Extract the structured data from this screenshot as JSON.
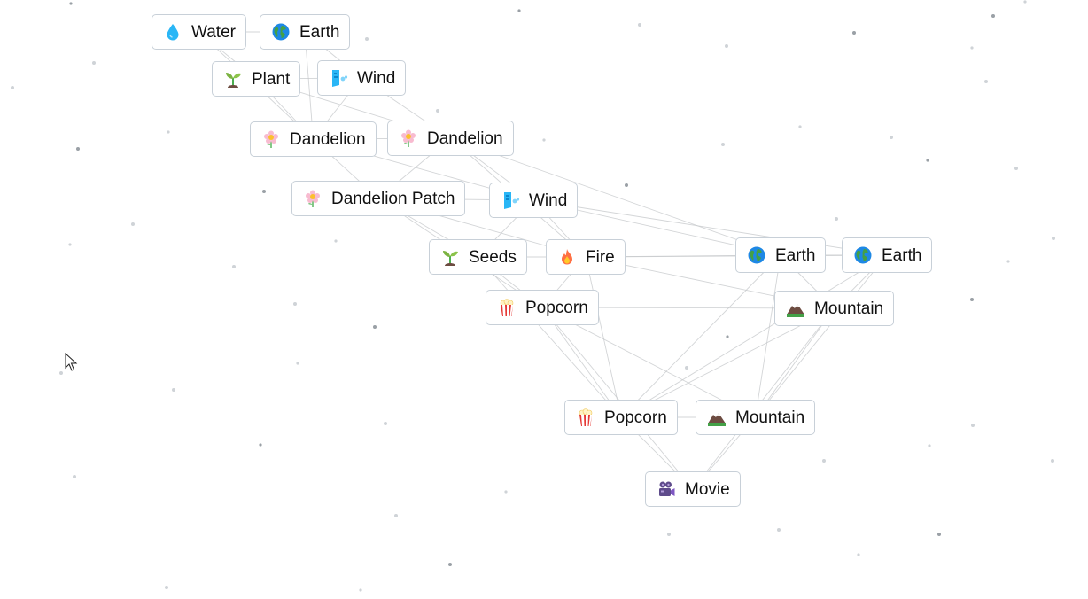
{
  "items": [
    {
      "id": "water-1",
      "label": "Water",
      "emoji": "droplet-icon"
    },
    {
      "id": "earth-1",
      "label": "Earth",
      "emoji": "globe-icon"
    },
    {
      "id": "plant-1",
      "label": "Plant",
      "emoji": "seedling-icon"
    },
    {
      "id": "wind-1",
      "label": "Wind",
      "emoji": "wind-face-icon"
    },
    {
      "id": "dandelion-1",
      "label": "Dandelion",
      "emoji": "flower-icon"
    },
    {
      "id": "dandelion-2",
      "label": "Dandelion",
      "emoji": "flower-icon"
    },
    {
      "id": "dandelion-patch-1",
      "label": "Dandelion Patch",
      "emoji": "flower-icon"
    },
    {
      "id": "wind-2",
      "label": "Wind",
      "emoji": "wind-face-icon"
    },
    {
      "id": "seeds-1",
      "label": "Seeds",
      "emoji": "seedling-icon"
    },
    {
      "id": "fire-1",
      "label": "Fire",
      "emoji": "fire-icon"
    },
    {
      "id": "earth-2",
      "label": "Earth",
      "emoji": "globe-icon"
    },
    {
      "id": "earth-3",
      "label": "Earth",
      "emoji": "globe-icon"
    },
    {
      "id": "popcorn-1",
      "label": "Popcorn",
      "emoji": "popcorn-icon"
    },
    {
      "id": "mountain-1",
      "label": "Mountain",
      "emoji": "mountain-icon"
    },
    {
      "id": "popcorn-2",
      "label": "Popcorn",
      "emoji": "popcorn-icon"
    },
    {
      "id": "mountain-2",
      "label": "Mountain",
      "emoji": "mountain-icon"
    },
    {
      "id": "movie-1",
      "label": "Movie",
      "emoji": "movie-camera-icon"
    }
  ]
}
